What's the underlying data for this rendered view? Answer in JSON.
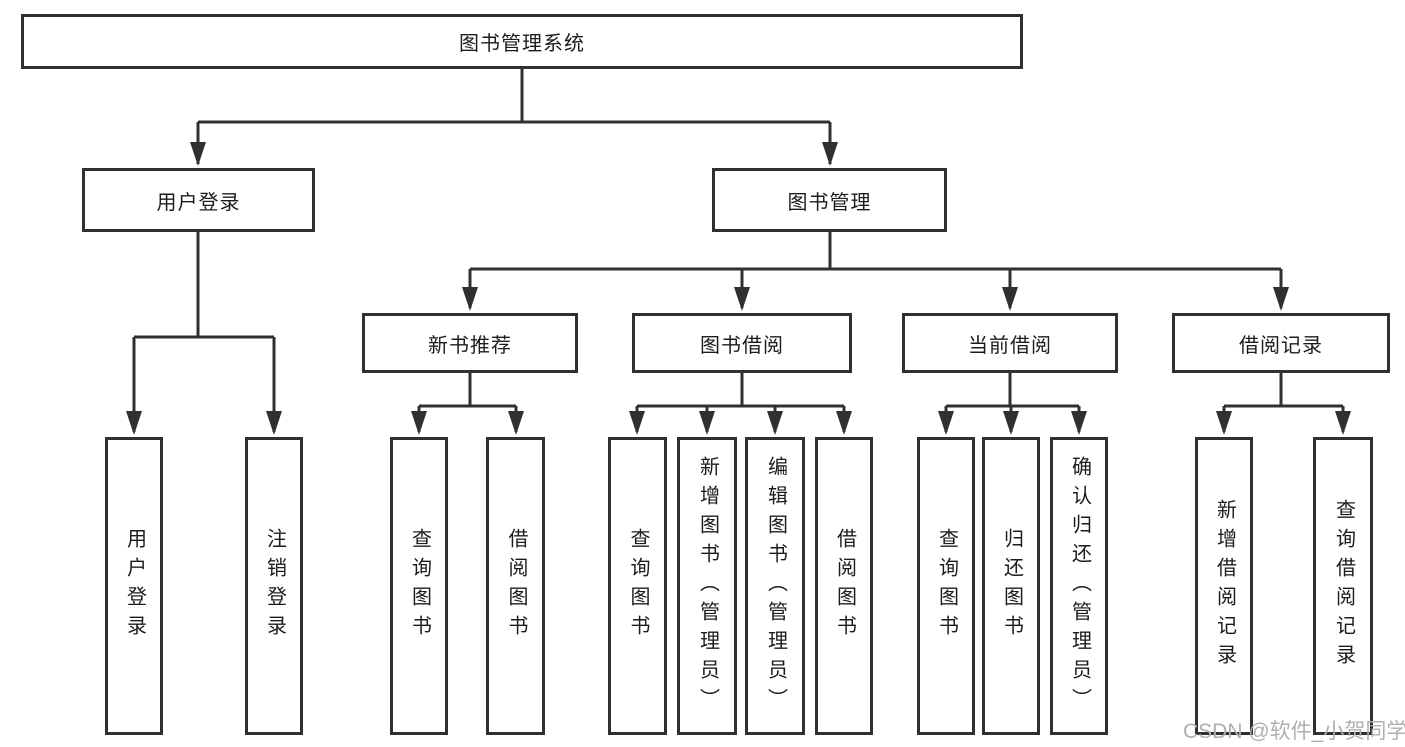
{
  "diagram": {
    "root": {
      "label": "图书管理系统"
    },
    "level2": [
      {
        "label": "用户登录"
      },
      {
        "label": "图书管理"
      }
    ],
    "level3": [
      {
        "label": "新书推荐"
      },
      {
        "label": "图书借阅"
      },
      {
        "label": "当前借阅"
      },
      {
        "label": "借阅记录"
      }
    ],
    "leaves": {
      "user_login": [
        {
          "label": "用户登录"
        },
        {
          "label": "注销登录"
        }
      ],
      "new_book_recommend": [
        {
          "label": "查询图书"
        },
        {
          "label": "借阅图书"
        }
      ],
      "book_borrowing": [
        {
          "label": "查询图书"
        },
        {
          "label": "新增图书（管理员）"
        },
        {
          "label": "编辑图书（管理员）"
        },
        {
          "label": "借阅图书"
        }
      ],
      "current_borrowing": [
        {
          "label": "查询图书"
        },
        {
          "label": "归还图书"
        },
        {
          "label": "确认归还（管理员）"
        }
      ],
      "borrowing_records": [
        {
          "label": "新增借阅记录"
        },
        {
          "label": "查询借阅记录"
        }
      ]
    }
  },
  "watermark": {
    "text": "CSDN @软件_小贺同学"
  },
  "colors": {
    "line": "#303030",
    "text": "#1c1c1c",
    "watermark": "#b0b0b0",
    "background": "#ffffff"
  }
}
